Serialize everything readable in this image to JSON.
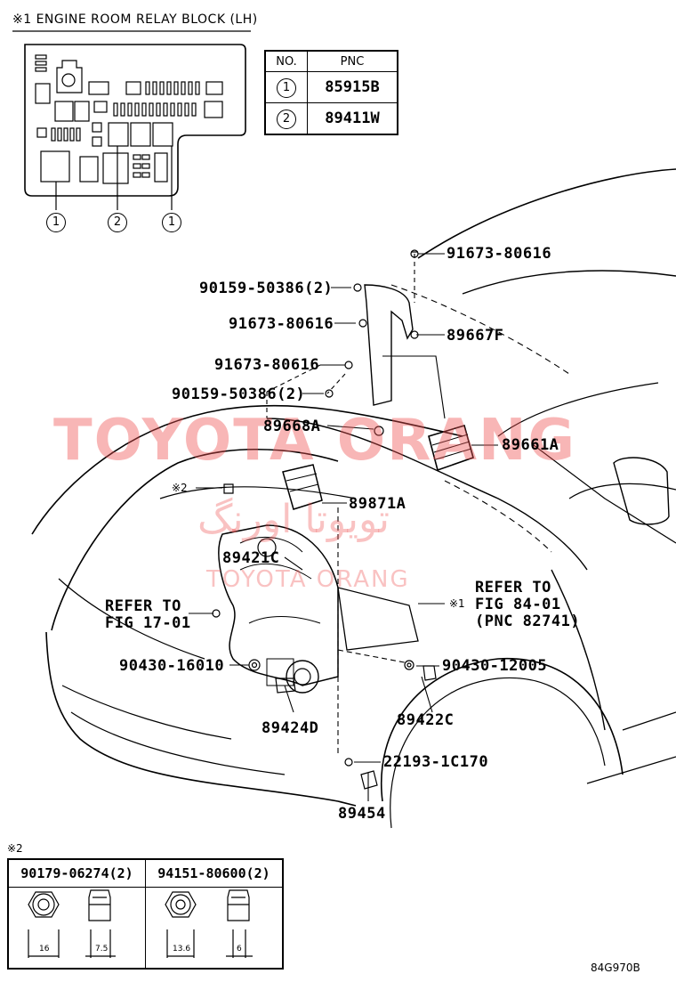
{
  "relay_block": {
    "title": "※1 ENGINE ROOM RELAY BLOCK (LH)",
    "callouts": [
      "1",
      "2",
      "1"
    ]
  },
  "pnc_table": {
    "header_no": "NO.",
    "header_pnc": "PNC",
    "rows": [
      {
        "no": "1",
        "pnc": "85915B"
      },
      {
        "no": "2",
        "pnc": "89411W"
      }
    ]
  },
  "parts": {
    "p1": "91673-80616",
    "p2": "90159-50386(2)",
    "p3": "91673-80616",
    "p4": "89667F",
    "p5": "91673-80616",
    "p6": "90159-50386(2)",
    "p7": "89668A",
    "p8": "89661A",
    "p9": "※2",
    "p10": "89871A",
    "p11": "89421C",
    "p12": "REFER TO",
    "p13": "FIG 17-01",
    "p14": "REFER TO",
    "p15": "FIG 84-01",
    "p16": "(PNC 82741)",
    "p17": "※1",
    "p18": "90430-16010",
    "p19": "90430-12005",
    "p20": "89422C",
    "p21": "89424D",
    "p22": "22193-1C170",
    "p23": "89454"
  },
  "watermark": {
    "main": "TOYOTA ORANG",
    "persian": "تویوتا اورنگ",
    "sub": "TOYOTA ORANG"
  },
  "note2": {
    "mark": "※2",
    "items": [
      {
        "part": "90179-06274(2)",
        "dim_a": "16",
        "dim_b": "7.5"
      },
      {
        "part": "94151-80600(2)",
        "dim_a": "13.6",
        "dim_b": "6"
      }
    ]
  },
  "figure_code": "84G970B"
}
